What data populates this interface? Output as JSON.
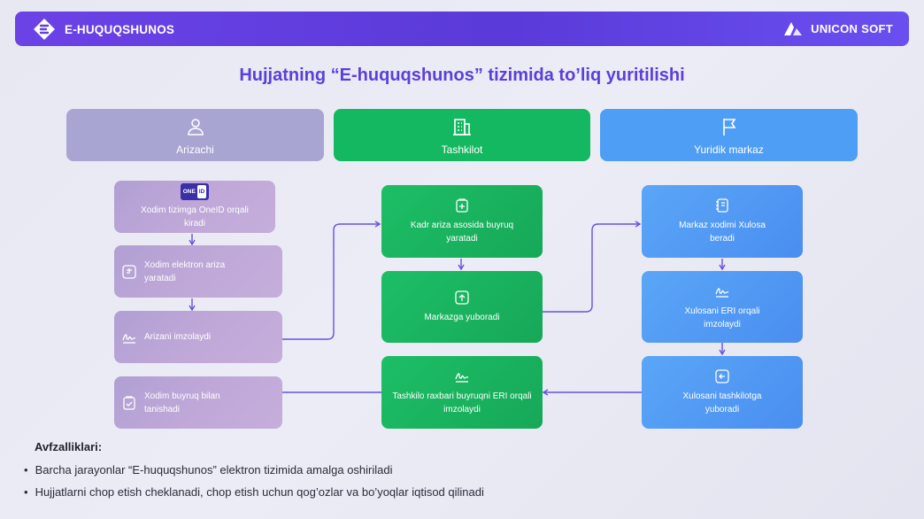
{
  "header": {
    "brand": "E-HUQUQSHUNOS",
    "company": "UNICON SOFT"
  },
  "title": "Hujjatning “E-huquqshunos” tizimida to’liq yuritilishi",
  "columns": [
    {
      "label": "Arizachi",
      "icon": "user-icon"
    },
    {
      "label": "Tashkilot",
      "icon": "building-icon"
    },
    {
      "label": "Yuridik markaz",
      "icon": "flag-icon"
    }
  ],
  "oneid_badge": {
    "one": "ONE",
    "id": "ID"
  },
  "steps": {
    "arizachi": [
      "Xodim tizimga OneID orqali kiradi",
      "Xodim elektron ariza yaratadi",
      "Arizani imzolaydi",
      "Xodim buyruq bilan tanishadi"
    ],
    "tashkilot": [
      "Kadr ariza asosida buyruq yaratadi",
      "Markazga yuboradi",
      "Tashkilo raxbari buyruqni ERI orqali imzolaydi"
    ],
    "markaz": [
      "Markaz xodimi Xulosa beradi",
      "Xulosani ERI orqali imzolaydi",
      "Xulosani tashkilotga yuboradi"
    ]
  },
  "advantages": {
    "title": "Avfzalliklari:",
    "items": [
      "Barcha jarayonlar “E-huquqshunos” elektron tizimida amalga oshiriladi",
      "Hujjatlarni chop etish cheklanadi, chop etish uchun qog’ozlar va bo’yoqlar iqtisod qilinadi"
    ]
  },
  "colors": {
    "accent": "#5b3fdc",
    "arizachi": "#a8a5d3",
    "tashkilot": "#14b860",
    "markaz": "#4f9ef6",
    "connector": "#6a4fe0"
  }
}
